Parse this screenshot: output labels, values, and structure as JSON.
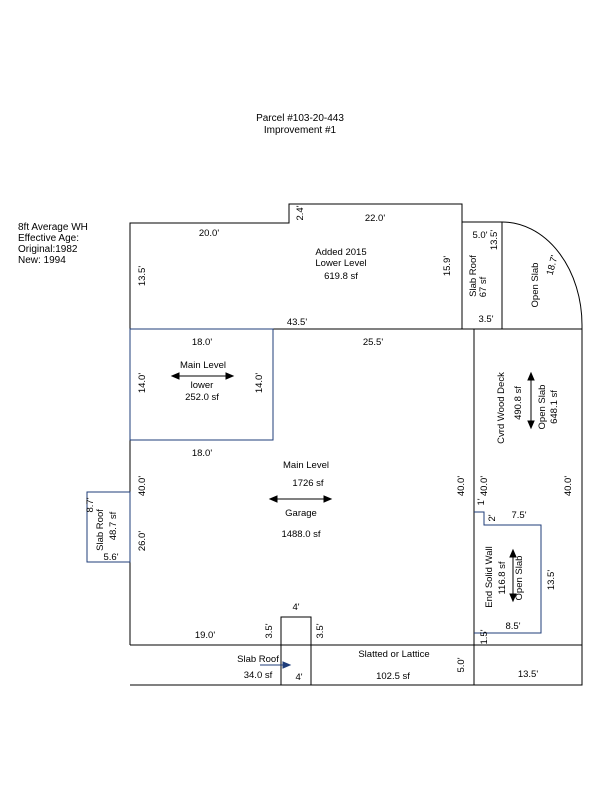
{
  "header": {
    "parcel": "Parcel #103-20-443",
    "improvement": "Improvement #1"
  },
  "notes": [
    "8ft Average WH",
    "Effective Age:",
    "Original:1982",
    "New: 1994"
  ],
  "areas": {
    "added_title": "Added 2015",
    "added_sub": "Lower Level",
    "added_sf": "619.8 sf",
    "main_lower_title": "Main Level",
    "main_lower_sub": "lower",
    "main_lower_sf": "252.0 sf",
    "main_title": "Main Level",
    "main_sf": "1726 sf",
    "garage_title": "Garage",
    "garage_sf": "1488.0 sf",
    "slab_roof_top": "Slab Roof",
    "slab_roof_top_sf": "67 sf",
    "open_slab_top": "Open Slab",
    "wood_deck": "Cvrd Wood Deck",
    "wood_deck_sf": "490.8 sf",
    "open_slab_right": "Open Slab",
    "open_slab_right_sf": "648.1 sf",
    "end_wall": "End Solid Wall",
    "end_wall_sf": "116.8 sf",
    "open_slab_small": "Open Slab",
    "slab_roof_left": "Slab Roof",
    "slab_roof_left_sf": "48.7 sf",
    "slab_roof_bottom": "Slab Roof",
    "slab_roof_bottom_sf": "34.0 sf",
    "slatted": "Slatted or Lattice",
    "slatted_sf": "102.5 sf"
  },
  "dims": {
    "d20": "20.0'",
    "d24": "2.4'",
    "d22": "22.0'",
    "d50a": "5.0'",
    "d135a": "13.5'",
    "d187": "18.7'",
    "d135b": "13.5'",
    "d159": "15.9'",
    "d435": "43.5'",
    "d35a": "3.5'",
    "d18a": "18.0'",
    "d255": "25.5'",
    "d14a": "14.0'",
    "d14b": "14.0'",
    "d18b": "18.0'",
    "d40a": "40.0'",
    "d40b": "40.0'",
    "d40c": "40.0'",
    "d40d": "40.0'",
    "d87": "8.7'",
    "d26": "26.0'",
    "d56": "5.6'",
    "d1": "1'",
    "d2": "2'",
    "d75": "7.5'",
    "d135c": "13.5'",
    "d85": "8.5'",
    "d15": "1.5'",
    "d4a": "4'",
    "d35b": "3.5'",
    "d35c": "3.5'",
    "d19": "19.0'",
    "d4b": "4'",
    "d50b": "5.0'",
    "d135d": "13.5'"
  }
}
